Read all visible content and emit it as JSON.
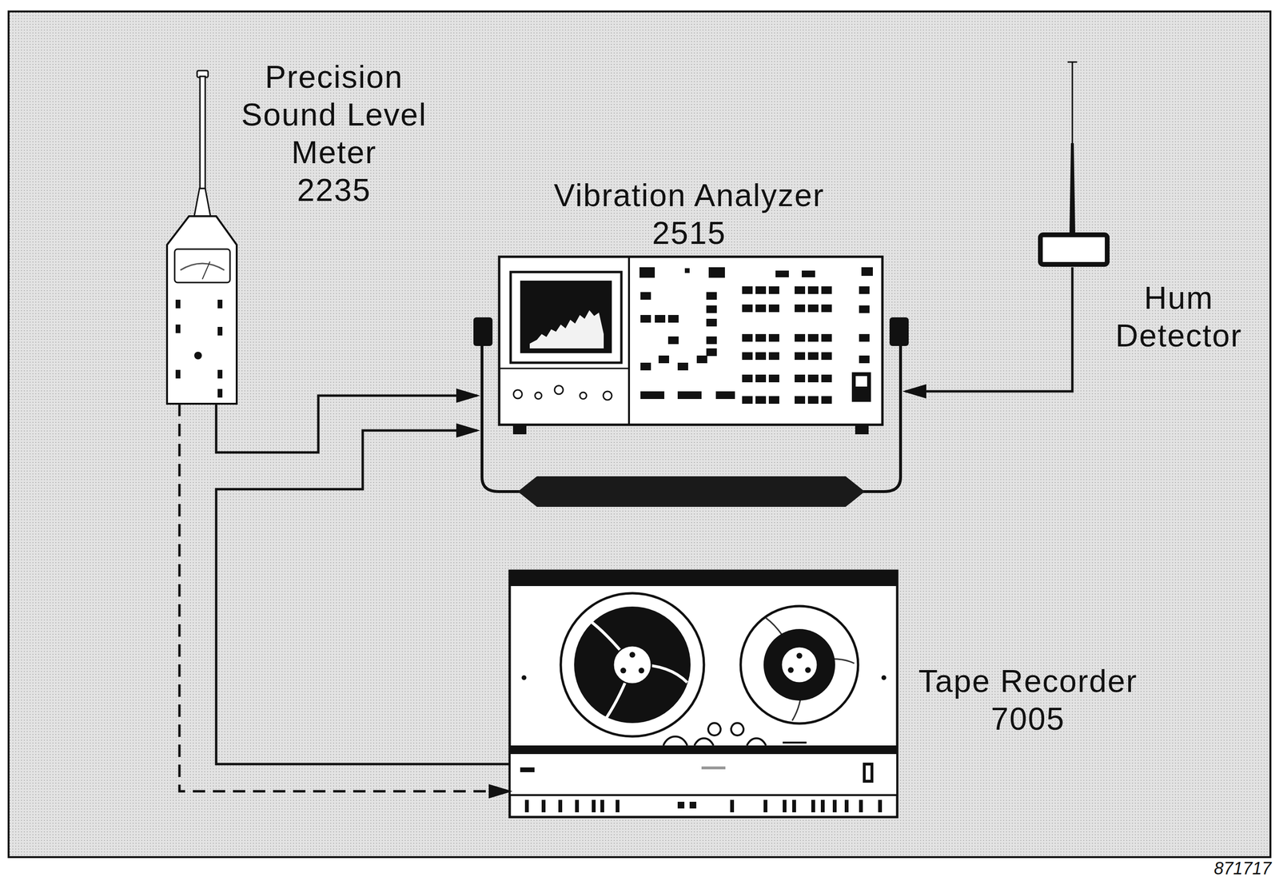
{
  "diagram": {
    "nodes": [
      {
        "text": [
          "Precision Sound Level Meter",
          "2235"
        ]
      },
      {
        "text": [
          "Vibration Analyzer",
          "2515"
        ]
      },
      {
        "text": [
          "Hum Detector"
        ]
      },
      {
        "text": [
          "Tape Recorder",
          "7005"
        ]
      }
    ],
    "edges": [
      {
        "from": 0,
        "to": 1,
        "arrow": "to"
      },
      {
        "from": 3,
        "to": 1,
        "arrow": "to"
      },
      {
        "from": 2,
        "to": 1,
        "arrow": "to"
      },
      {
        "from": 0,
        "to": 3,
        "arrow": "to"
      }
    ],
    "labels": [
      "871717"
    ]
  }
}
